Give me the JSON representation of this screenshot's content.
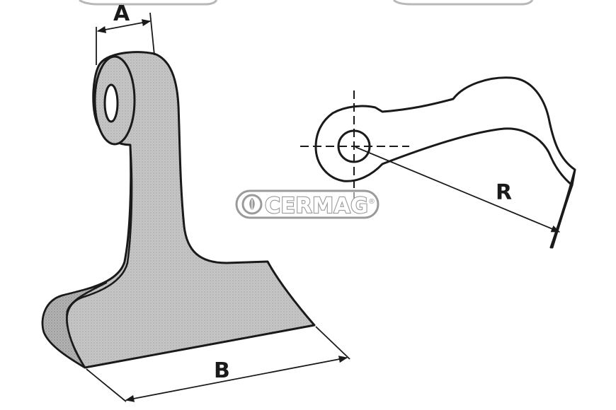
{
  "diagram": {
    "labels": {
      "width_a": "A",
      "width_b": "B",
      "radius_r": "R"
    }
  },
  "watermark": {
    "brand": "CERMAG",
    "registered": "®",
    "color": "#9a9a9a"
  },
  "colors": {
    "line": "#1a1a1a",
    "fill": "#c9c9c9",
    "fill_dark": "#a8a8a8",
    "background": "#ffffff"
  }
}
